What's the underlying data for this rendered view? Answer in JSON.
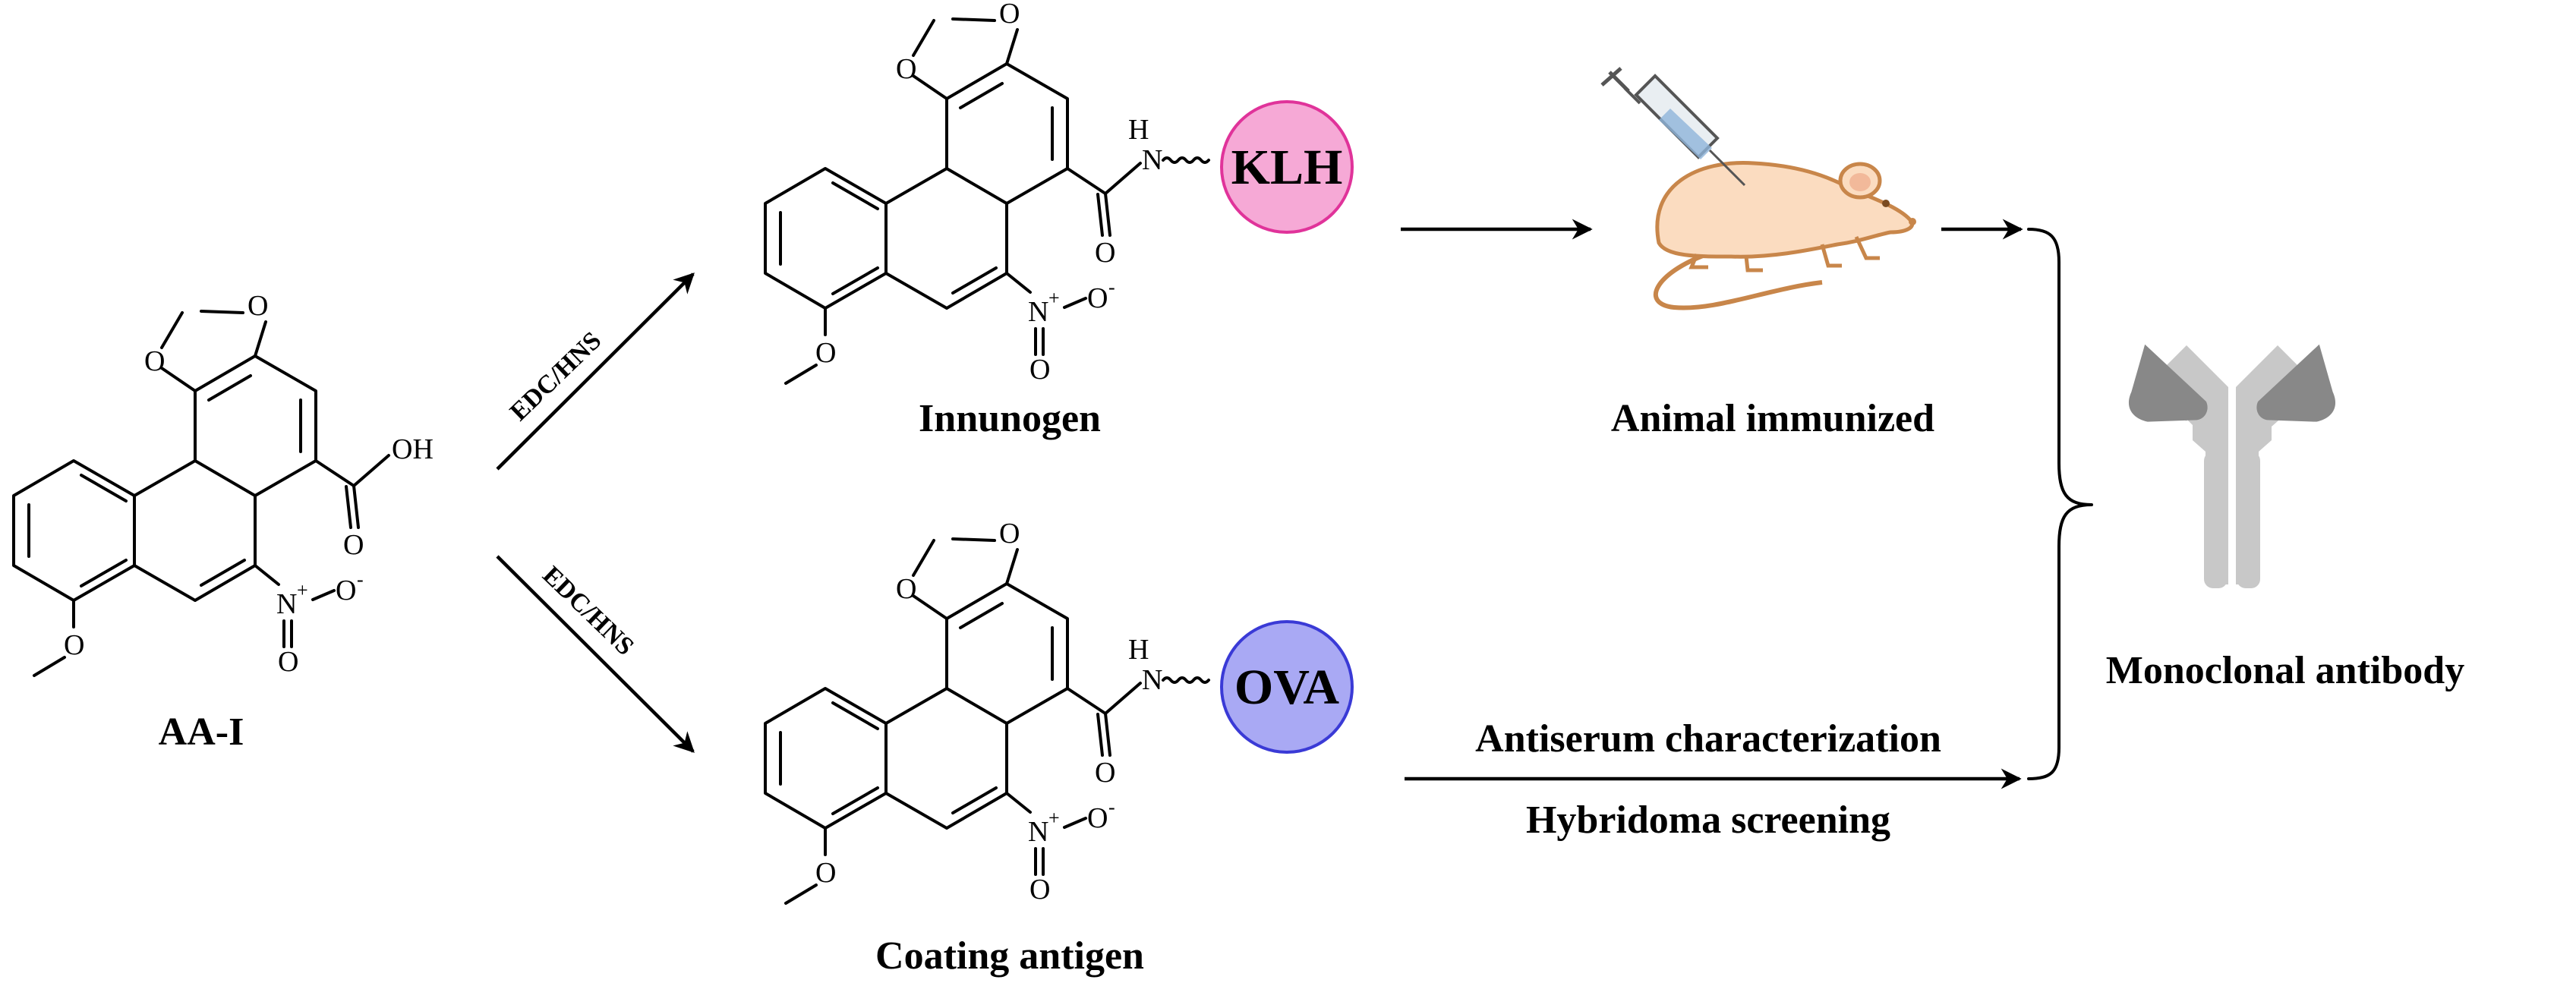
{
  "labels": {
    "aa_i": "AA-I",
    "immunogen": "Innunogen",
    "coating_antigen": "Coating antigen",
    "animal_immunized": "Animal immunized",
    "antiserum": "Antiserum characterization",
    "hybridoma": "Hybridoma screening",
    "monoclonal": "Monoclonal antibody"
  },
  "reagents": {
    "upper": "EDC/HNS",
    "lower": "EDC/HNS"
  },
  "carriers": {
    "klh": {
      "text": "KLH",
      "fill": "#f6a9d6",
      "stroke": "#e0339a"
    },
    "ova": {
      "text": "OVA",
      "fill": "#a9a9f4",
      "stroke": "#3a3ad6"
    }
  },
  "atoms": {
    "oxygen": "O",
    "hydroxyl": "OH",
    "amide_h": "H",
    "amide_n": "N",
    "nitro_n": "N",
    "plus": "+",
    "minus": "-"
  },
  "colors": {
    "mouse_body": "#fbdcc0",
    "mouse_outline": "#c8864a",
    "antibody_light": "#c8c8c8",
    "antibody_dark": "#888888"
  }
}
